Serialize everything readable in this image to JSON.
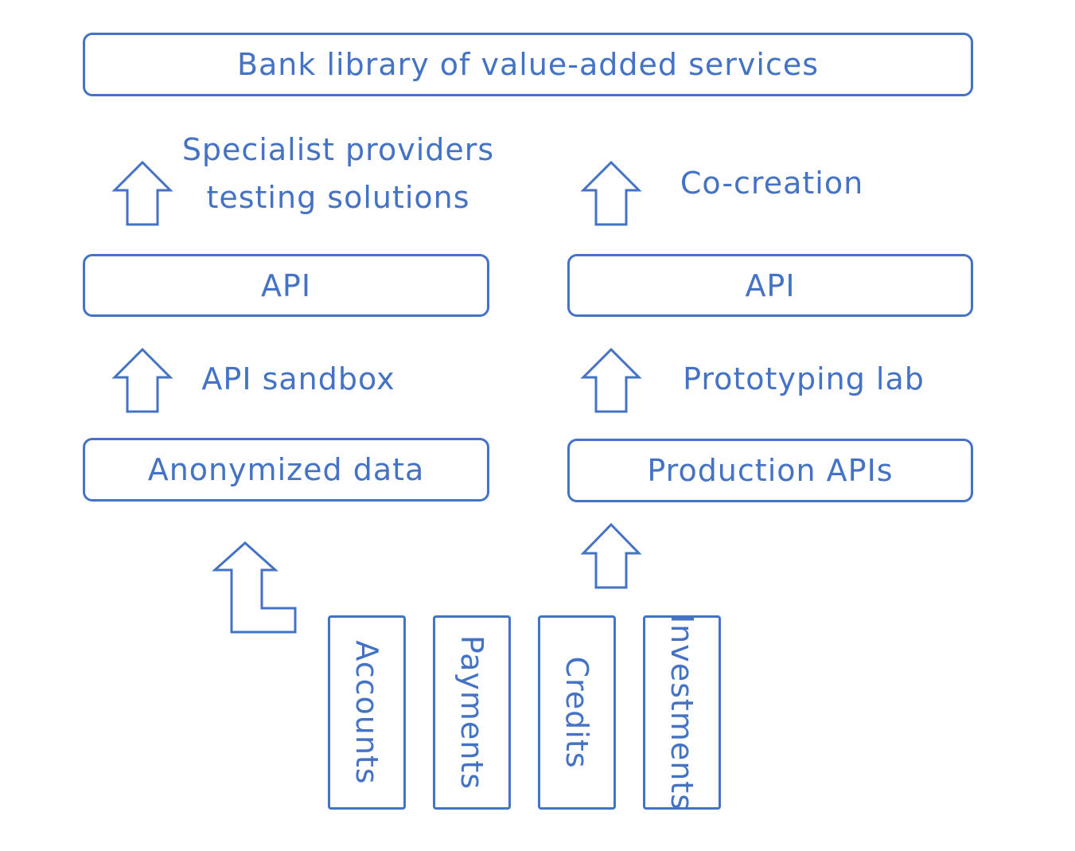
{
  "top_box": "Bank library of value-added services",
  "left": {
    "top_label_line1": "Specialist providers",
    "top_label_line2": "testing solutions",
    "api_box": "API",
    "mid_label": "API sandbox",
    "bottom_box": "Anonymized data"
  },
  "right": {
    "top_label": "Co-creation",
    "api_box": "API",
    "mid_label": "Prototyping lab",
    "bottom_box": "Production APIs"
  },
  "sources": [
    "Accounts",
    "Payments",
    "Credits",
    "Investments"
  ],
  "colors": {
    "accent": "#4472c4",
    "background": "#ffffff"
  },
  "icons": [
    "up-arrow-icon",
    "bent-up-arrow-icon"
  ]
}
